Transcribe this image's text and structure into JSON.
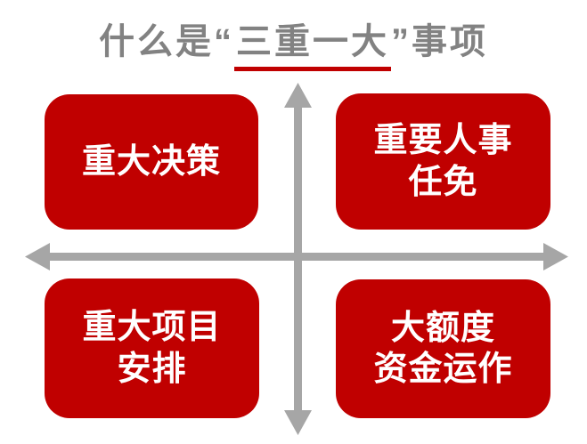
{
  "title": {
    "prefix": "什么是",
    "open_quote": "“",
    "highlight": "三重一大",
    "close_quote": "”",
    "suffix": "事项",
    "text_color": "#828282",
    "underline_color": "#c00000"
  },
  "quadrants": {
    "top_left": {
      "name": "重大决策",
      "lines": [
        "重大决策"
      ]
    },
    "top_right": {
      "name": "重要人事任免",
      "lines": [
        "重要人事",
        "任免"
      ]
    },
    "bottom_left": {
      "name": "重大项目安排",
      "lines": [
        "重大项目",
        "安排"
      ]
    },
    "bottom_right": {
      "name": "大额度资金运作",
      "lines": [
        "大额度",
        "资金运作"
      ]
    }
  },
  "axes": {
    "style": "four-direction double arrow cross",
    "color": "#a6a6a6"
  },
  "colors": {
    "box_background": "#c00000",
    "box_text": "#ffffff",
    "axis": "#a6a6a6",
    "page_background": "#ffffff"
  }
}
